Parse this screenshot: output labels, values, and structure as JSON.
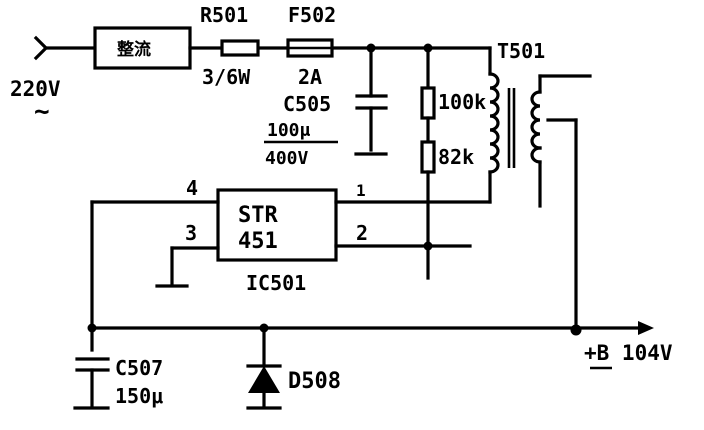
{
  "components": {
    "input": {
      "voltage": "220V",
      "ac_symbol": "~"
    },
    "rectifier": {
      "label": "整流"
    },
    "r501": {
      "name": "R501",
      "value": "3/6W"
    },
    "f502": {
      "name": "F502",
      "value": "2A"
    },
    "c505": {
      "name": "C505",
      "value": "100μ",
      "voltage": "400V"
    },
    "r_upper": {
      "value": "100k"
    },
    "r_lower": {
      "value": "82k"
    },
    "t501": {
      "name": "T501"
    },
    "ic501": {
      "line1": "STR",
      "line2": "451",
      "name": "IC501",
      "pin1": "1",
      "pin2": "2",
      "pin3": "3",
      "pin4": "4"
    },
    "c507": {
      "name": "C507",
      "value": "150μ"
    },
    "d508": {
      "name": "D508"
    },
    "output": {
      "label": "+B 104V"
    }
  }
}
